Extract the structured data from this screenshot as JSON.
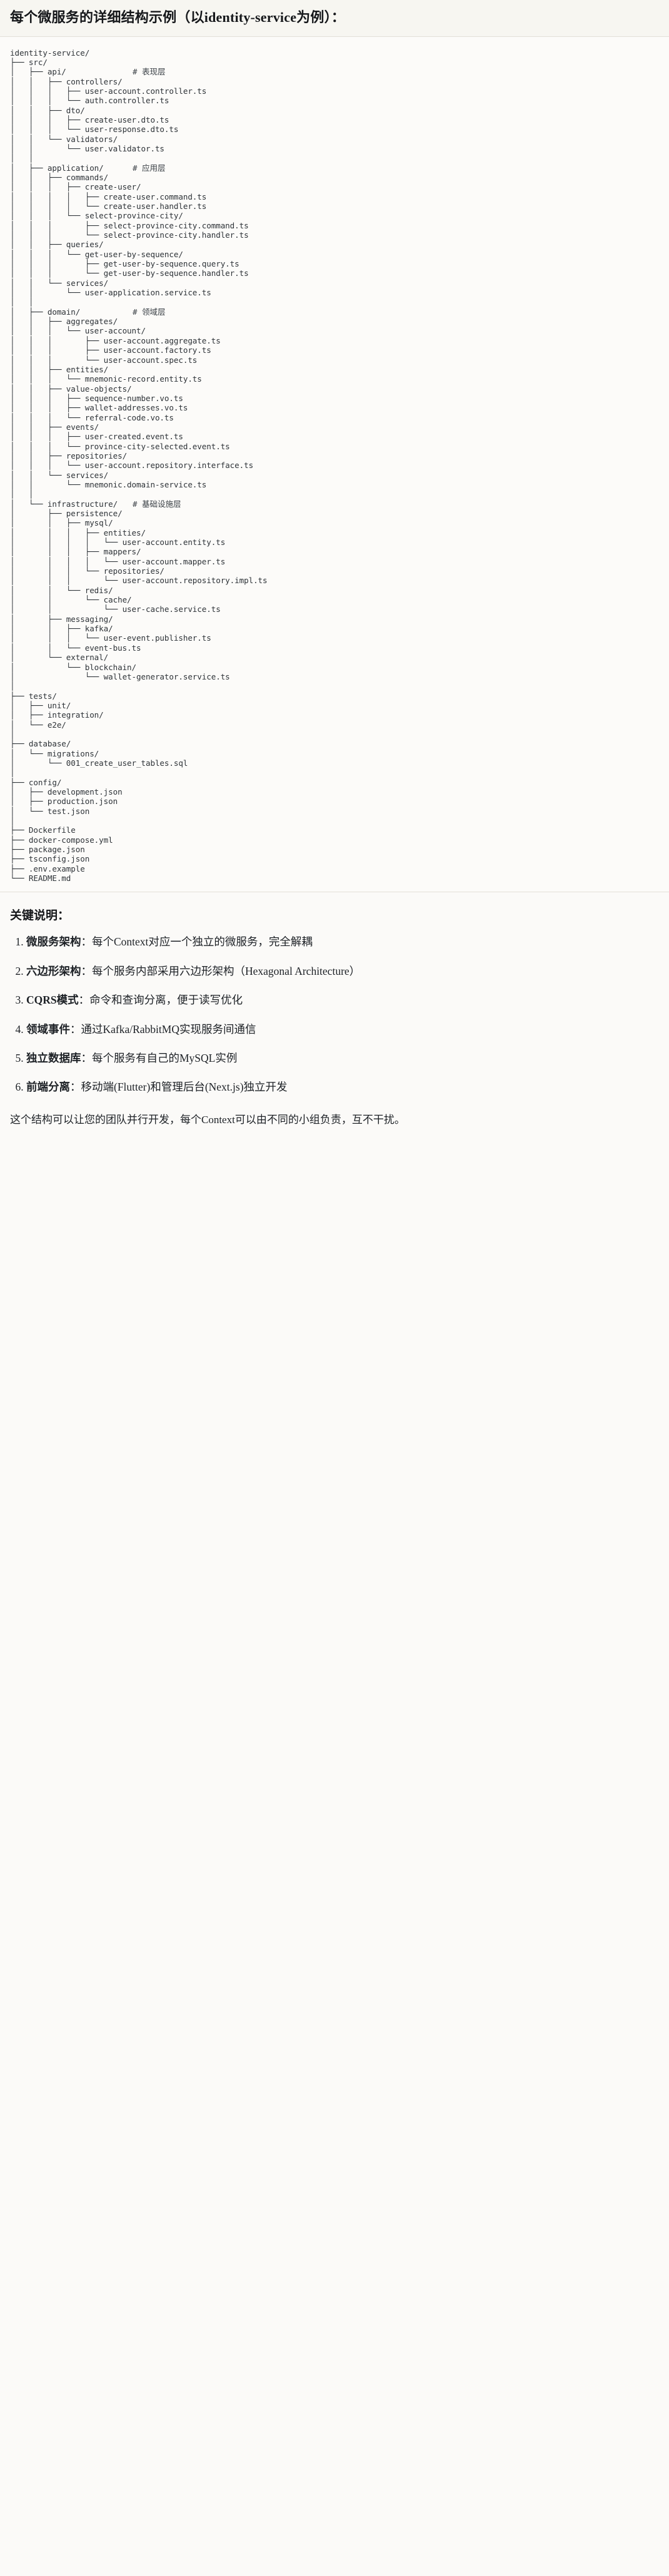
{
  "header": {
    "title": "每个微服务的详细结构示例（以identity-service为例）："
  },
  "tree": {
    "comment_layers": {
      "presentation": "# 表现层",
      "application": "# 应用层",
      "domain": "# 领域层",
      "infrastructure": "# 基础设施层"
    },
    "lines": [
      {
        "path": "identity-service/",
        "comment": ""
      },
      {
        "path": "├── src/",
        "comment": ""
      },
      {
        "path": "│   ├── api/",
        "comment": "# 表现层"
      },
      {
        "path": "│   │   ├── controllers/",
        "comment": ""
      },
      {
        "path": "│   │   │   ├── user-account.controller.ts",
        "comment": ""
      },
      {
        "path": "│   │   │   └── auth.controller.ts",
        "comment": ""
      },
      {
        "path": "│   │   ├── dto/",
        "comment": ""
      },
      {
        "path": "│   │   │   ├── create-user.dto.ts",
        "comment": ""
      },
      {
        "path": "│   │   │   └── user-response.dto.ts",
        "comment": ""
      },
      {
        "path": "│   │   └── validators/",
        "comment": ""
      },
      {
        "path": "│   │       └── user.validator.ts",
        "comment": ""
      },
      {
        "path": "│   │",
        "comment": ""
      },
      {
        "path": "│   ├── application/",
        "comment": "# 应用层"
      },
      {
        "path": "│   │   ├── commands/",
        "comment": ""
      },
      {
        "path": "│   │   │   ├── create-user/",
        "comment": ""
      },
      {
        "path": "│   │   │   │   ├── create-user.command.ts",
        "comment": ""
      },
      {
        "path": "│   │   │   │   └── create-user.handler.ts",
        "comment": ""
      },
      {
        "path": "│   │   │   └── select-province-city/",
        "comment": ""
      },
      {
        "path": "│   │   │       ├── select-province-city.command.ts",
        "comment": ""
      },
      {
        "path": "│   │   │       └── select-province-city.handler.ts",
        "comment": ""
      },
      {
        "path": "│   │   ├── queries/",
        "comment": ""
      },
      {
        "path": "│   │   │   └── get-user-by-sequence/",
        "comment": ""
      },
      {
        "path": "│   │   │       ├── get-user-by-sequence.query.ts",
        "comment": ""
      },
      {
        "path": "│   │   │       └── get-user-by-sequence.handler.ts",
        "comment": ""
      },
      {
        "path": "│   │   └── services/",
        "comment": ""
      },
      {
        "path": "│   │       └── user-application.service.ts",
        "comment": ""
      },
      {
        "path": "│   │",
        "comment": ""
      },
      {
        "path": "│   ├── domain/",
        "comment": "# 领域层"
      },
      {
        "path": "│   │   ├── aggregates/",
        "comment": ""
      },
      {
        "path": "│   │   │   └── user-account/",
        "comment": ""
      },
      {
        "path": "│   │   │       ├── user-account.aggregate.ts",
        "comment": ""
      },
      {
        "path": "│   │   │       ├── user-account.factory.ts",
        "comment": ""
      },
      {
        "path": "│   │   │       └── user-account.spec.ts",
        "comment": ""
      },
      {
        "path": "│   │   ├── entities/",
        "comment": ""
      },
      {
        "path": "│   │   │   └── mnemonic-record.entity.ts",
        "comment": ""
      },
      {
        "path": "│   │   ├── value-objects/",
        "comment": ""
      },
      {
        "path": "│   │   │   ├── sequence-number.vo.ts",
        "comment": ""
      },
      {
        "path": "│   │   │   ├── wallet-addresses.vo.ts",
        "comment": ""
      },
      {
        "path": "│   │   │   └── referral-code.vo.ts",
        "comment": ""
      },
      {
        "path": "│   │   ├── events/",
        "comment": ""
      },
      {
        "path": "│   │   │   ├── user-created.event.ts",
        "comment": ""
      },
      {
        "path": "│   │   │   └── province-city-selected.event.ts",
        "comment": ""
      },
      {
        "path": "│   │   ├── repositories/",
        "comment": ""
      },
      {
        "path": "│   │   │   └── user-account.repository.interface.ts",
        "comment": ""
      },
      {
        "path": "│   │   └── services/",
        "comment": ""
      },
      {
        "path": "│   │       └── mnemonic.domain-service.ts",
        "comment": ""
      },
      {
        "path": "│   │",
        "comment": ""
      },
      {
        "path": "│   └── infrastructure/",
        "comment": "# 基础设施层"
      },
      {
        "path": "│       ├── persistence/",
        "comment": ""
      },
      {
        "path": "│       │   ├── mysql/",
        "comment": ""
      },
      {
        "path": "│       │   │   ├── entities/",
        "comment": ""
      },
      {
        "path": "│       │   │   │   └── user-account.entity.ts",
        "comment": ""
      },
      {
        "path": "│       │   │   ├── mappers/",
        "comment": ""
      },
      {
        "path": "│       │   │   │   └── user-account.mapper.ts",
        "comment": ""
      },
      {
        "path": "│       │   │   └── repositories/",
        "comment": ""
      },
      {
        "path": "│       │   │       └── user-account.repository.impl.ts",
        "comment": ""
      },
      {
        "path": "│       │   └── redis/",
        "comment": ""
      },
      {
        "path": "│       │       └── cache/",
        "comment": ""
      },
      {
        "path": "│       │           └── user-cache.service.ts",
        "comment": ""
      },
      {
        "path": "│       ├── messaging/",
        "comment": ""
      },
      {
        "path": "│       │   ├── kafka/",
        "comment": ""
      },
      {
        "path": "│       │   │   └── user-event.publisher.ts",
        "comment": ""
      },
      {
        "path": "│       │   └── event-bus.ts",
        "comment": ""
      },
      {
        "path": "│       └── external/",
        "comment": ""
      },
      {
        "path": "│           └── blockchain/",
        "comment": ""
      },
      {
        "path": "│               └── wallet-generator.service.ts",
        "comment": ""
      },
      {
        "path": "│",
        "comment": ""
      },
      {
        "path": "├── tests/",
        "comment": ""
      },
      {
        "path": "│   ├── unit/",
        "comment": ""
      },
      {
        "path": "│   ├── integration/",
        "comment": ""
      },
      {
        "path": "│   └── e2e/",
        "comment": ""
      },
      {
        "path": "│",
        "comment": ""
      },
      {
        "path": "├── database/",
        "comment": ""
      },
      {
        "path": "│   └── migrations/",
        "comment": ""
      },
      {
        "path": "│       └── 001_create_user_tables.sql",
        "comment": ""
      },
      {
        "path": "│",
        "comment": ""
      },
      {
        "path": "├── config/",
        "comment": ""
      },
      {
        "path": "│   ├── development.json",
        "comment": ""
      },
      {
        "path": "│   ├── production.json",
        "comment": ""
      },
      {
        "path": "│   └── test.json",
        "comment": ""
      },
      {
        "path": "│",
        "comment": ""
      },
      {
        "path": "├── Dockerfile",
        "comment": ""
      },
      {
        "path": "├── docker-compose.yml",
        "comment": ""
      },
      {
        "path": "├── package.json",
        "comment": ""
      },
      {
        "path": "├── tsconfig.json",
        "comment": ""
      },
      {
        "path": "├── .env.example",
        "comment": ""
      },
      {
        "path": "└── README.md",
        "comment": ""
      }
    ]
  },
  "notes": {
    "title": "关键说明：",
    "items": [
      {
        "term": "微服务架构",
        "sep": "：",
        "desc": "每个Context对应一个独立的微服务，完全解耦"
      },
      {
        "term": "六边形架构",
        "sep": "：",
        "desc": "每个服务内部采用六边形架构（Hexagonal Architecture）"
      },
      {
        "term": "CQRS模式",
        "sep": "：",
        "desc": "命令和查询分离，便于读写优化"
      },
      {
        "term": "领域事件",
        "sep": "：",
        "desc": "通过Kafka/RabbitMQ实现服务间通信"
      },
      {
        "term": "独立数据库",
        "sep": "：",
        "desc": "每个服务有自己的MySQL实例"
      },
      {
        "term": "前端分离",
        "sep": "：",
        "desc": "移动端(Flutter)和管理后台(Next.js)独立开发"
      }
    ],
    "closing": "这个结构可以让您的团队并行开发，每个Context可以由不同的小组负责，互不干扰。"
  },
  "colors": {
    "page_bg": "#fbfaf8",
    "header_bg": "#f7f6f1",
    "divider": "#e3e0d8",
    "text": "#1f2328",
    "mono_text": "#2e3338"
  }
}
